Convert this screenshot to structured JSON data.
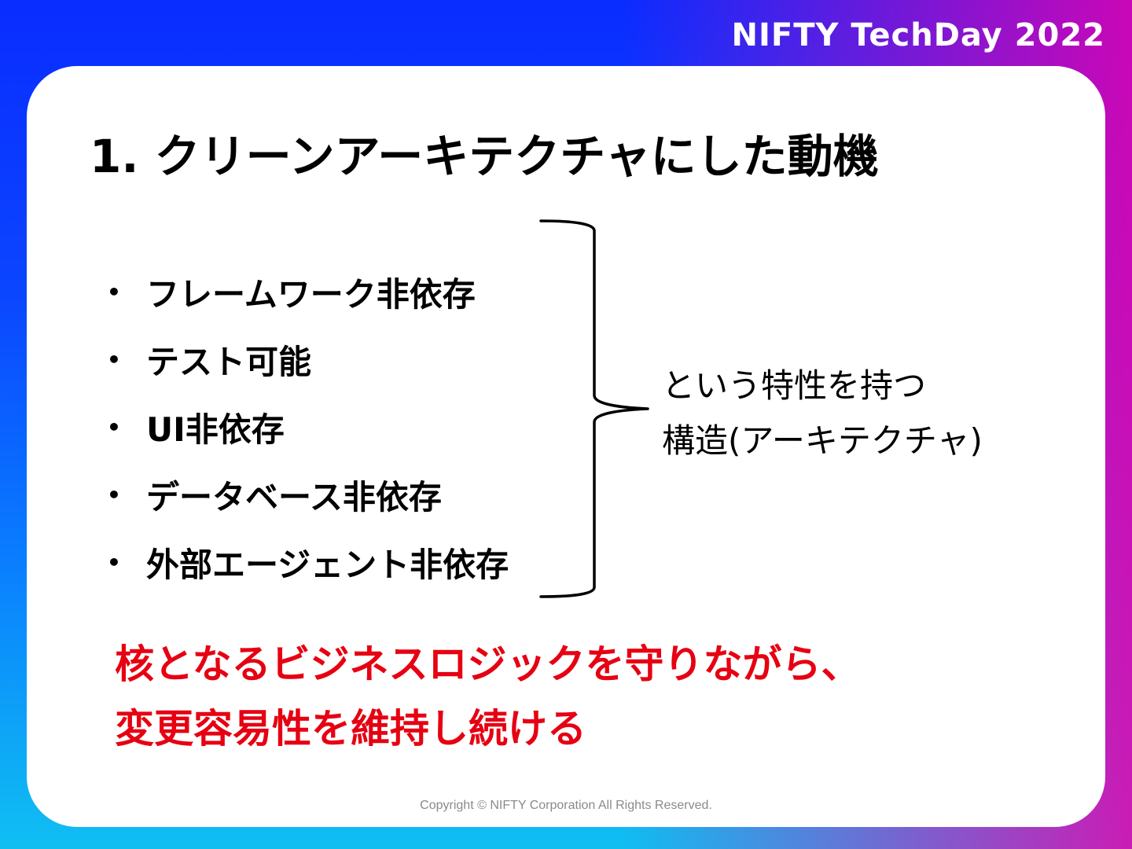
{
  "header": {
    "brand": "NIFTY TechDay 2022"
  },
  "slide": {
    "title": "1. クリーンアーキテクチャにした動機",
    "bullets": [
      "フレームワーク非依存",
      "テスト可能",
      "UI非依存",
      "データベース非依存",
      "外部エージェント非依存"
    ],
    "bullet_symbol": "•",
    "side_note": [
      "という特性を持つ",
      "構造(アーキテクチャ)"
    ],
    "conclusion": [
      "核となるビジネスロジックを守りながら、",
      "変更容易性を維持し続ける"
    ],
    "colors": {
      "accent_red": "#e60012",
      "gradient_top": "#0a2cff",
      "gradient_bottom": "#10bff2",
      "gradient_pink": "#eb00aa"
    }
  },
  "footer": {
    "copyright": "Copyright © NIFTY Corporation All Rights Reserved."
  }
}
